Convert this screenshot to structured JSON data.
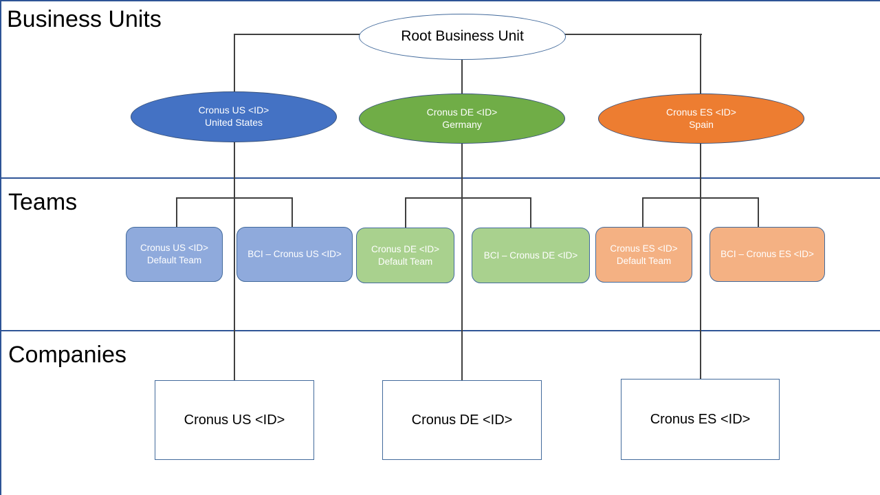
{
  "page": {
    "background": "#ffffff",
    "frame_color": "#2e5496",
    "connector_color": "#3f3f3f"
  },
  "sections": [
    {
      "id": "business-units",
      "label": "Business Units"
    },
    {
      "id": "teams",
      "label": "Teams"
    },
    {
      "id": "companies",
      "label": "Companies"
    }
  ],
  "root": {
    "label": "Root Business Unit",
    "fill": "#ffffff",
    "border": "#41699b",
    "text_color": "#000000"
  },
  "business_units": [
    {
      "id": "us",
      "line1": "Cronus US <ID>",
      "line2": "United States",
      "fill": "#4472c4",
      "border": "#36517c",
      "text_color": "#ffffff"
    },
    {
      "id": "de",
      "line1": "Cronus DE <ID>",
      "line2": "Germany",
      "fill": "#70ad47",
      "border": "#36517c",
      "text_color": "#ffffff"
    },
    {
      "id": "es",
      "line1": "Cronus ES <ID>",
      "line2": "Spain",
      "fill": "#ed7d31",
      "border": "#36517c",
      "text_color": "#ffffff"
    }
  ],
  "teams": [
    {
      "id": "us-default",
      "line1": "Cronus US <ID>",
      "line2": "Default Team",
      "fill": "#8faadc",
      "border": "#41699b",
      "text_color": "#ffffff"
    },
    {
      "id": "us-bci",
      "line1": "BCI – Cronus US <ID>",
      "line2": "",
      "fill": "#8faadc",
      "border": "#41699b",
      "text_color": "#ffffff"
    },
    {
      "id": "de-default",
      "line1": "Cronus DE <ID>",
      "line2": "Default Team",
      "fill": "#a9d18e",
      "border": "#41699b",
      "text_color": "#ffffff"
    },
    {
      "id": "de-bci",
      "line1": "BCI – Cronus DE <ID>",
      "line2": "",
      "fill": "#a9d18e",
      "border": "#41699b",
      "text_color": "#ffffff"
    },
    {
      "id": "es-default",
      "line1": "Cronus ES <ID>",
      "line2": "Default Team",
      "fill": "#f4b183",
      "border": "#41699b",
      "text_color": "#ffffff"
    },
    {
      "id": "es-bci",
      "line1": "BCI – Cronus ES <ID>",
      "line2": "",
      "fill": "#f4b183",
      "border": "#41699b",
      "text_color": "#ffffff"
    }
  ],
  "companies": [
    {
      "id": "us",
      "label": "Cronus US <ID>",
      "fill": "#ffffff",
      "border": "#41699b",
      "text_color": "#000000"
    },
    {
      "id": "de",
      "label": "Cronus DE <ID>",
      "fill": "#ffffff",
      "border": "#41699b",
      "text_color": "#000000"
    },
    {
      "id": "es",
      "label": "Cronus ES <ID>",
      "fill": "#ffffff",
      "border": "#41699b",
      "text_color": "#000000"
    }
  ]
}
